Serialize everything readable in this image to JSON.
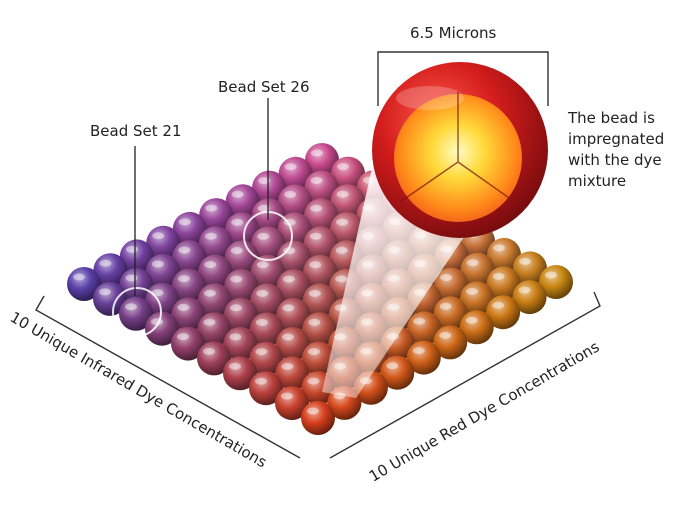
{
  "labels": {
    "bead_set_21": "Bead Set 21",
    "bead_set_26": "Bead Set 26",
    "bead_size": "6.5 Microns",
    "description_lines": [
      "The bead is",
      "impregnated",
      "with the dye",
      "mixture"
    ]
  },
  "axes": {
    "left": "10 Unique Infrared Dye Concentrations",
    "right": "10 Unique Red Dye Concentrations"
  },
  "grid": {
    "rows": 10,
    "cols": 10,
    "highlighted_bead_sets": [
      21,
      26
    ]
  },
  "colors": {
    "infrared_corner": "#5b3fa8",
    "red_corner": "#e8751a",
    "front_corner": "#d6401d",
    "back_corner": "#c94a8e",
    "right_corner": "#c98712",
    "bead_core": "#fff3a0",
    "bead_outer": "#b8161a"
  }
}
